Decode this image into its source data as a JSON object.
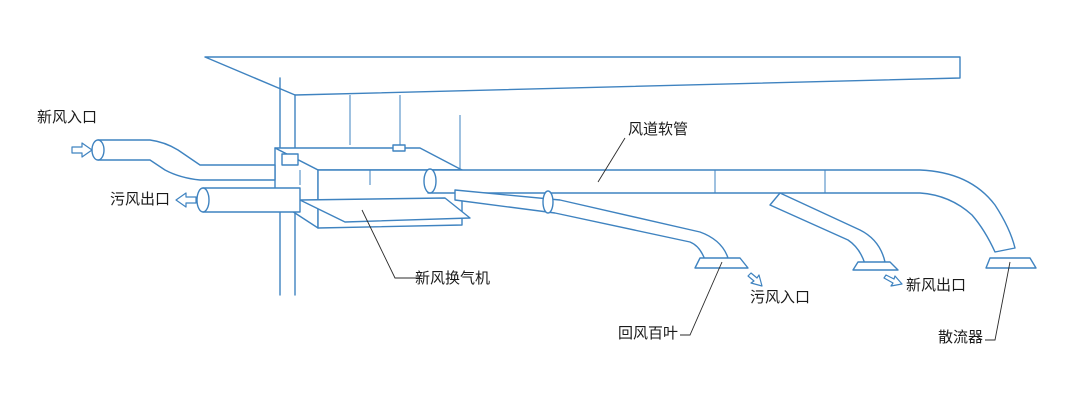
{
  "labels": {
    "fresh_air_inlet": "新风入口",
    "exhaust_outlet": "污风出口",
    "air_duct_hose": "风道软管",
    "fresh_air_unit": "新风换气机",
    "return_grille": "回风百叶",
    "exhaust_inlet": "污风入口",
    "fresh_air_outlet": "新风出口",
    "diffuser": "散流器"
  },
  "colors": {
    "line": "#3f83c0",
    "text": "#1a1a1a"
  }
}
